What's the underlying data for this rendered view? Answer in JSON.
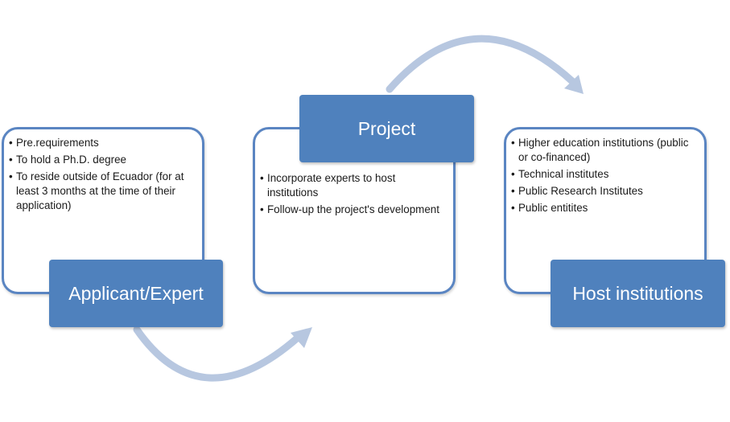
{
  "colors": {
    "card_border": "#5a85c2",
    "label_fill": "#4f81bd",
    "arrow": "#b7c7e0"
  },
  "stages": [
    {
      "title": "Applicant/Expert",
      "items": [
        "Pre.requirements",
        "To hold a Ph.D. degree",
        " To reside outside of Ecuador (for at least 3 months at the time of their application)"
      ]
    },
    {
      "title": "Project",
      "items": [
        "Incorporate experts to host institutions",
        "Follow-up the project's development"
      ]
    },
    {
      "title": "Host institutions",
      "items": [
        " Higher education institutions (public or co-financed)",
        "Technical institutes",
        "Public Research Institutes",
        "Public entitites"
      ]
    }
  ]
}
